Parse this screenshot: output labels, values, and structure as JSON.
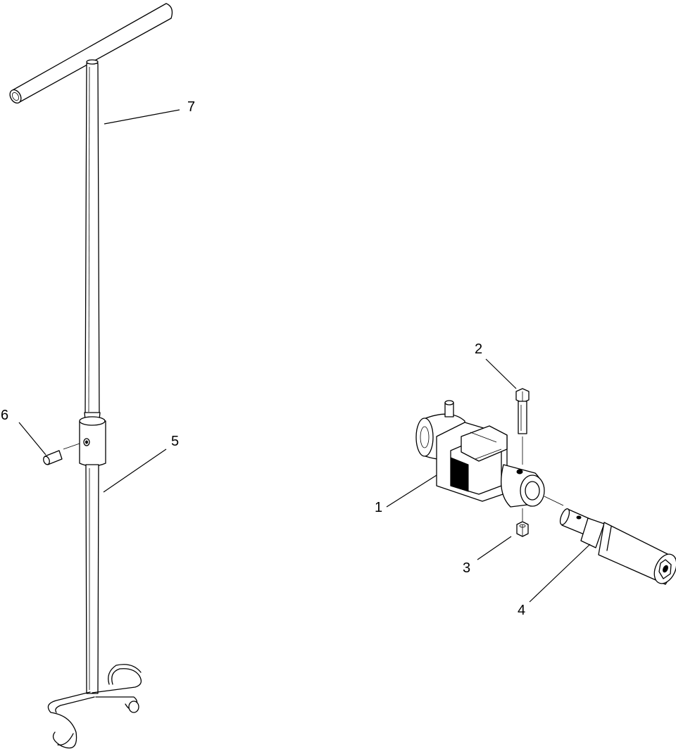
{
  "callouts": [
    {
      "id": "1",
      "label": "1"
    },
    {
      "id": "2",
      "label": "2"
    },
    {
      "id": "3",
      "label": "3"
    },
    {
      "id": "4",
      "label": "4"
    },
    {
      "id": "5",
      "label": "5"
    },
    {
      "id": "6",
      "label": "6"
    },
    {
      "id": "7",
      "label": "7"
    }
  ],
  "parts": {
    "t_handle": "t-handle",
    "lower_rod": "lower-rod",
    "roll_pin": "roll-pin",
    "universal_joint": "universal-joint",
    "bolt": "hex-bolt",
    "nut": "hex-nut",
    "socket_extension": "socket-extension"
  }
}
